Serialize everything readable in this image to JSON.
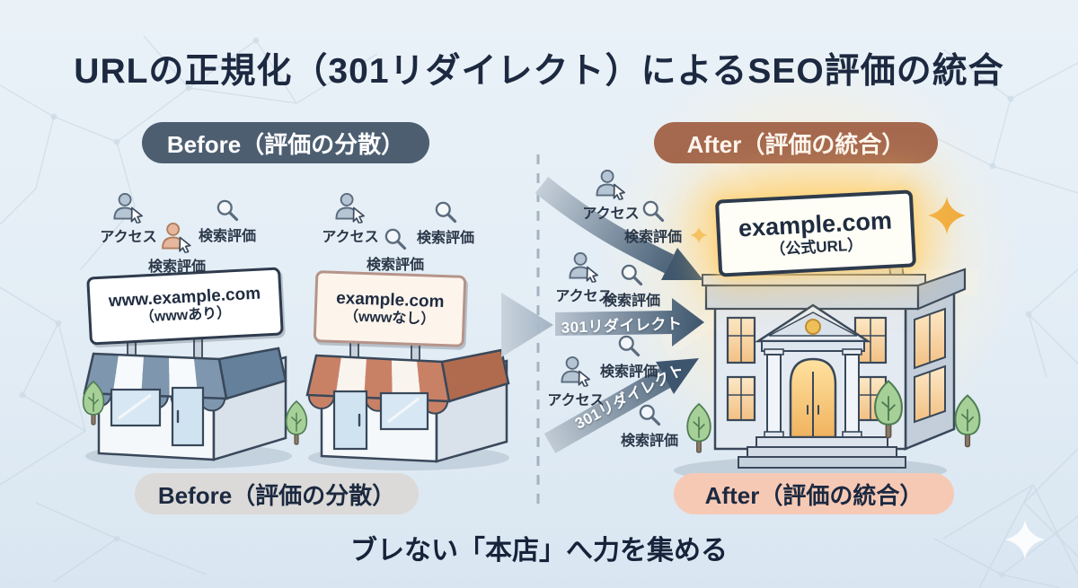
{
  "title": "URLの正規化（301リダイレクト）によるSEO評価の統合",
  "caption": "ブレない「本店」へ力を集める",
  "badges": {
    "before_top": "Before（評価の分散）",
    "after_top": "After（評価の統合）",
    "before_bottom": "Before（評価の分散）",
    "after_bottom": "After（評価の統合）"
  },
  "labels": {
    "access": "アクセス",
    "search_eval": "検索評価",
    "redirect": "301リダイレクト"
  },
  "signs": {
    "shop_www": {
      "line1": "www.example.com",
      "line2": "（wwwあり）"
    },
    "shop_naked": {
      "line1": "example.com",
      "line2": "（wwwなし）"
    },
    "main": {
      "line1": "example.com",
      "line2": "（公式URL）"
    }
  },
  "icons": {
    "access": "person-cursor-icon",
    "search_eval": "magnifier-icon",
    "decor": "sparkle-icon"
  },
  "colors": {
    "before_badge": "#4d5e71",
    "after_badge": "#a5694f",
    "before_badge_bottom": "#dbdad8",
    "after_badge_bottom": "#f6c9b5",
    "arrow_dark": "#3d566e",
    "awning_blue": "#7e96ae",
    "awning_terracotta": "#c98166",
    "glow": "#ffe3a1",
    "text": "#1c2940",
    "background": "#e3edf5"
  }
}
